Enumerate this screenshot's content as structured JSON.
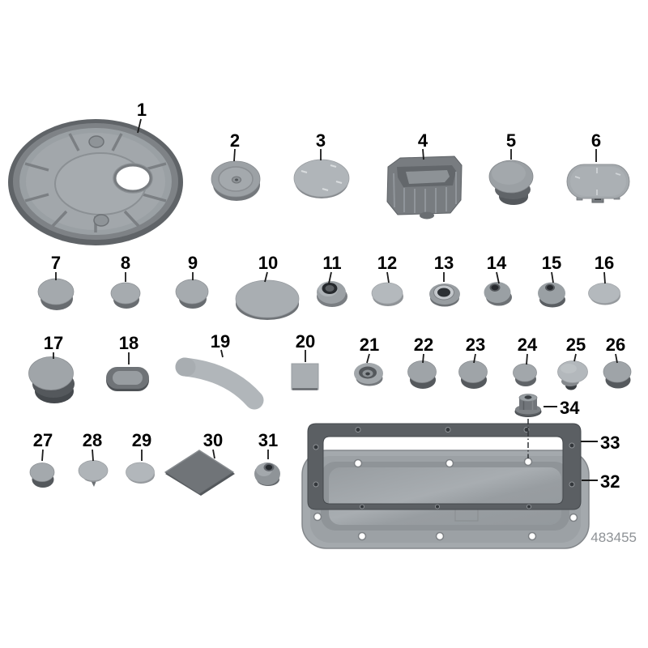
{
  "diagram": {
    "number": "483455"
  },
  "parts": [
    {
      "label": "1"
    },
    {
      "label": "2"
    },
    {
      "label": "3"
    },
    {
      "label": "4"
    },
    {
      "label": "5"
    },
    {
      "label": "6"
    },
    {
      "label": "7"
    },
    {
      "label": "8"
    },
    {
      "label": "9"
    },
    {
      "label": "10"
    },
    {
      "label": "11"
    },
    {
      "label": "12"
    },
    {
      "label": "13"
    },
    {
      "label": "14"
    },
    {
      "label": "15"
    },
    {
      "label": "16"
    },
    {
      "label": "17"
    },
    {
      "label": "18"
    },
    {
      "label": "19"
    },
    {
      "label": "20"
    },
    {
      "label": "21"
    },
    {
      "label": "22"
    },
    {
      "label": "23"
    },
    {
      "label": "24"
    },
    {
      "label": "25"
    },
    {
      "label": "26"
    },
    {
      "label": "27"
    },
    {
      "label": "28"
    },
    {
      "label": "29"
    },
    {
      "label": "30"
    },
    {
      "label": "31"
    },
    {
      "label": "32"
    },
    {
      "label": "33"
    },
    {
      "label": "34"
    }
  ],
  "colors": {
    "part_light": "#a6abaf",
    "part_mid": "#9aa0a4",
    "part_dark_skirt": "#5a5e62",
    "frame_dark": "#5b5f63",
    "panel_light": "#a4a9ad",
    "label_text": "#000000",
    "doc_number_text": "#8e9296"
  }
}
